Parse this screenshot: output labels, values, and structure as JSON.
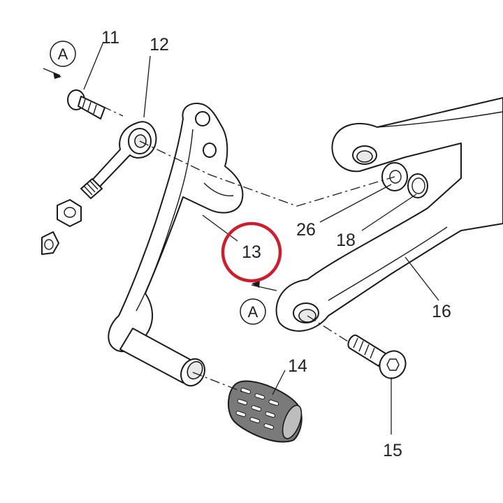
{
  "colors": {
    "line": "#1a1a1a",
    "highlight": "#cc1f2e",
    "pad": "#7a7a7a"
  },
  "callouts": {
    "part_11": "11",
    "part_12": "12",
    "part_13": "13",
    "part_14": "14",
    "part_15": "15",
    "part_16": "16",
    "part_18": "18",
    "part_26": "26"
  },
  "markers": {
    "top_left": "A",
    "lower": "A"
  },
  "highlight": {
    "target": "13"
  }
}
